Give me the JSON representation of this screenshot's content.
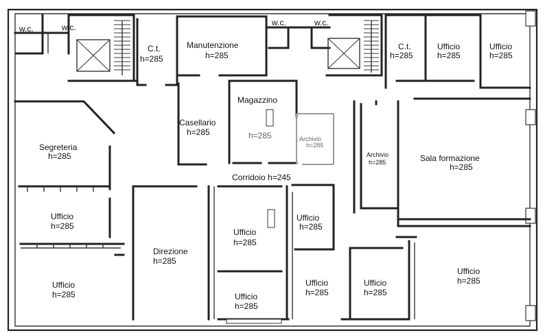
{
  "rooms": {
    "wc_1": "w.c.",
    "wc_2": "w.c.",
    "wc_3": "w.c.",
    "wc_4": "w.c.",
    "ct_left": {
      "name": "C.t.",
      "height": "h=285"
    },
    "manutenzione": {
      "name": "Manutenzione",
      "height": "h=285"
    },
    "ct_right": {
      "name": "C.t.",
      "height": "h=285"
    },
    "ufficio_top_1": {
      "name": "Ufficio",
      "height": "h=285"
    },
    "ufficio_top_2": {
      "name": "Ufficio",
      "height": "h=285"
    },
    "magazzino": {
      "name": "Magazzino",
      "height": "h=285"
    },
    "casellario": {
      "name": "Casellario",
      "height": "h=285"
    },
    "archivio_1": {
      "name": "Archivio",
      "height": "h=285"
    },
    "segreteria": {
      "name": "Segreteria",
      "height": "h=285"
    },
    "archivio_2": {
      "name": "Archivio",
      "height": "h=285"
    },
    "sala_formazione": {
      "name": "Sala formazione",
      "height": "h=285"
    },
    "corridoio": "Corridoio h=245",
    "ufficio_left_mid": {
      "name": "Ufficio",
      "height": "h=285"
    },
    "ufficio_center_mid": {
      "name": "Ufficio",
      "height": "h=285"
    },
    "ufficio_small": {
      "name": "Ufficio",
      "height": "h=285"
    },
    "direzione": {
      "name": "Direzione",
      "height": "h=285"
    },
    "ufficio_left_bottom": {
      "name": "Ufficio",
      "height": "h=285"
    },
    "ufficio_center_bottom": {
      "name": "Ufficio",
      "height": "h=285"
    },
    "ufficio_bottom_3": {
      "name": "Ufficio",
      "height": "h=285"
    },
    "ufficio_bottom_4": {
      "name": "Ufficio",
      "height": "h=285"
    },
    "ufficio_right_bottom": {
      "name": "Ufficio",
      "height": "h=285"
    }
  }
}
